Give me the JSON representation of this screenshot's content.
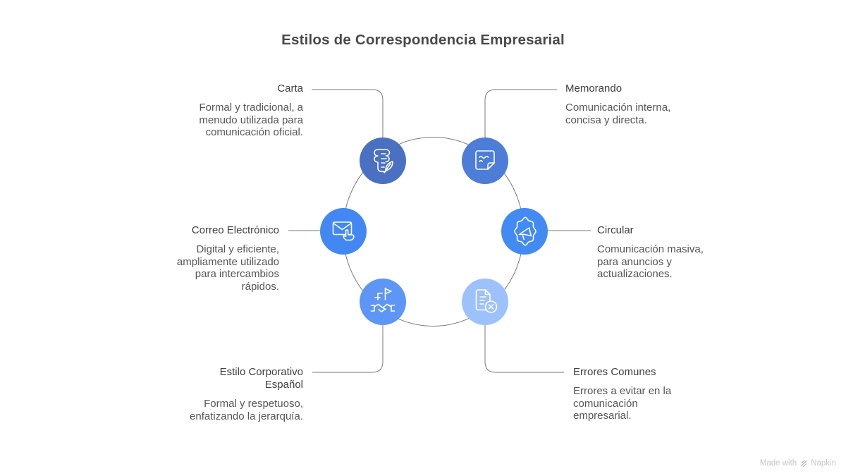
{
  "title": "Estilos de Correspondencia Empresarial",
  "diagram": {
    "line_color": "#7a7a7a",
    "icon_stroke": "#ffffff"
  },
  "items": [
    {
      "id": "carta",
      "label": "Carta",
      "description": "Formal y tradicional, a\nmenudo utilizada para\ncomunicación oficial.",
      "icon": "scroll-quill-icon",
      "circle_color": "#4a70c4"
    },
    {
      "id": "memorando",
      "label": "Memorando",
      "description": "Comunicación interna,\nconcisa y directa.",
      "icon": "memo-note-icon",
      "circle_color": "#4c7dd8"
    },
    {
      "id": "circular",
      "label": "Circular",
      "description": "Comunicación masiva,\npara anuncios y\nactualizaciones.",
      "icon": "gear-megaphone-icon",
      "circle_color": "#428af4"
    },
    {
      "id": "errores-comunes",
      "label": "Errores Comunes",
      "description": "Errores a evitar en la\ncomunicación\nempresarial.",
      "icon": "document-error-icon",
      "circle_color": "#9dc1fa"
    },
    {
      "id": "estilo-corporativo-espanol",
      "label": "Estilo Corporativo\nEspañol",
      "description": "Formal y respetuoso,\nenfatizando la jerarquía.",
      "icon": "building-handshake-icon",
      "circle_color": "#5e96f6"
    },
    {
      "id": "correo-electronico",
      "label": "Correo Electrónico",
      "description": "Digital y eficiente,\nampliamente utilizado\npara intercambios\nrápidos.",
      "icon": "email-hand-icon",
      "circle_color": "#4387f3"
    }
  ],
  "watermark": {
    "prefix": "Made with",
    "brand": "Napkin"
  }
}
